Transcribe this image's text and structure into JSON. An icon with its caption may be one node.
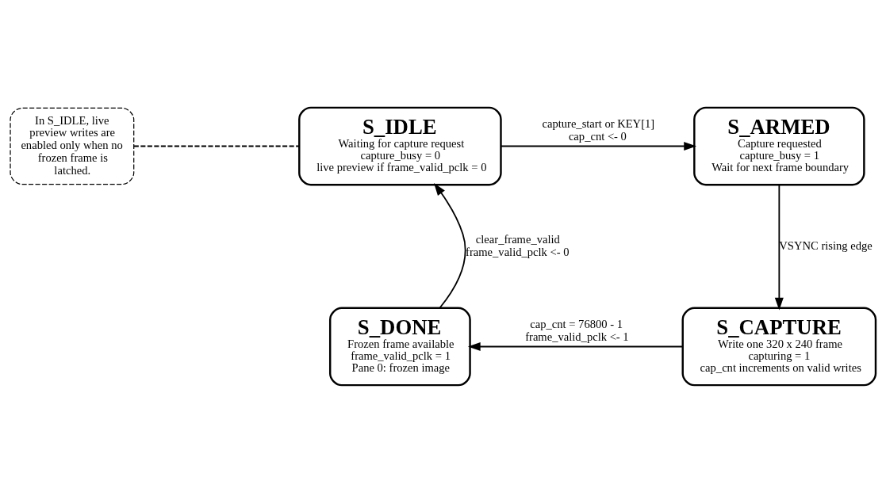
{
  "diagram": {
    "nodes": [
      {
        "text": [
          "In S_IDLE, live preview writes are enabled only when no frozen frame is latched."
        ]
      },
      {
        "text": [
          "S_IDLE",
          "Waiting for capture request",
          "capture_busy = 0",
          "live preview if frame_valid_pclk = 0"
        ]
      },
      {
        "text": [
          "S_ARMED",
          "Capture requested",
          "capture_busy = 1",
          "Wait for next frame boundary"
        ]
      },
      {
        "text": [
          "S_CAPTURE",
          "Write one 320 x 240 frame",
          "capturing = 1",
          "cap_cnt increments on valid writes"
        ]
      },
      {
        "text": [
          "S_DONE",
          "Frozen frame available",
          "frame_valid_pclk = 1",
          "Pane 0: frozen image"
        ]
      }
    ],
    "edges": [
      {
        "from": 0,
        "to": 1,
        "arrow": "none",
        "style": "dashed"
      },
      {
        "from": 1,
        "to": 2,
        "arrow": "to",
        "label": "capture_start or KEY[1] cap_cnt <- 0"
      },
      {
        "from": 2,
        "to": 3,
        "arrow": "to",
        "label": "VSYNC rising edge"
      },
      {
        "from": 3,
        "to": 4,
        "arrow": "to",
        "label": "cap_cnt = 76800 - 1 frame_valid_pclk <- 1"
      },
      {
        "from": 4,
        "to": 1,
        "arrow": "to",
        "label": "clear_frame_valid frame_valid_pclk <- 0"
      }
    ]
  }
}
